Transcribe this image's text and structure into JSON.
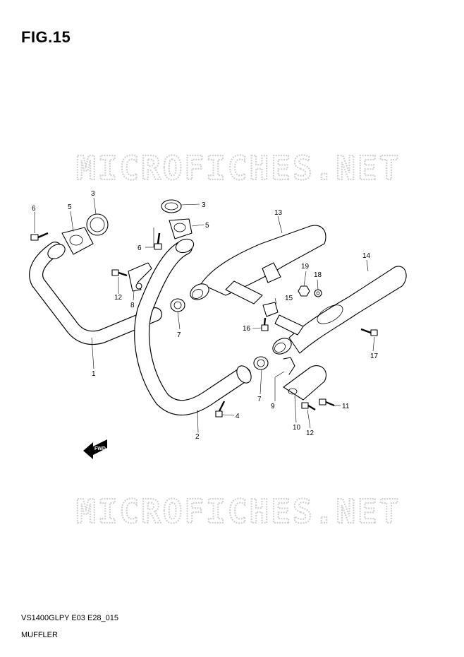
{
  "figure": {
    "title": "FIG.15",
    "model_code": "VS1400GLPY E03 E28_015",
    "section_name": "MUFFLER",
    "watermark": "MICROFICHES.NET",
    "fwd_label": "FWD"
  },
  "callouts": [
    {
      "id": "c1",
      "label": "1"
    },
    {
      "id": "c2",
      "label": "2"
    },
    {
      "id": "c3a",
      "label": "3"
    },
    {
      "id": "c3b",
      "label": "3"
    },
    {
      "id": "c4",
      "label": "4"
    },
    {
      "id": "c5a",
      "label": "5"
    },
    {
      "id": "c5b",
      "label": "5"
    },
    {
      "id": "c6a",
      "label": "6"
    },
    {
      "id": "c6b",
      "label": "6"
    },
    {
      "id": "c7a",
      "label": "7"
    },
    {
      "id": "c7b",
      "label": "7"
    },
    {
      "id": "c8",
      "label": "8"
    },
    {
      "id": "c9",
      "label": "9"
    },
    {
      "id": "c10",
      "label": "10"
    },
    {
      "id": "c11",
      "label": "11"
    },
    {
      "id": "c12a",
      "label": "12"
    },
    {
      "id": "c12b",
      "label": "12"
    },
    {
      "id": "c13",
      "label": "13"
    },
    {
      "id": "c14",
      "label": "14"
    },
    {
      "id": "c15",
      "label": "15"
    },
    {
      "id": "c16",
      "label": "16"
    },
    {
      "id": "c17",
      "label": "17"
    },
    {
      "id": "c18",
      "label": "18"
    },
    {
      "id": "c19",
      "label": "19"
    }
  ]
}
